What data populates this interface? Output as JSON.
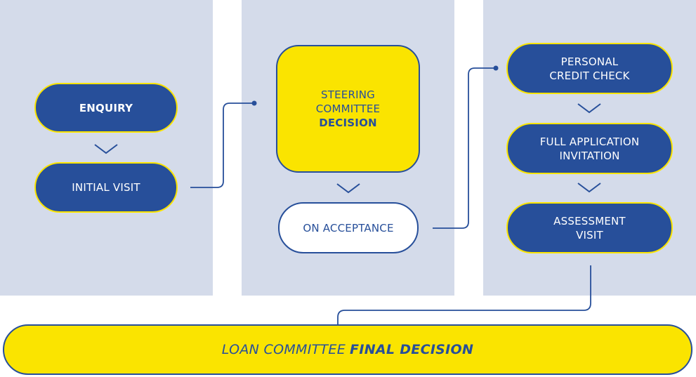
{
  "nodes": {
    "enquiry": "ENQUIRY",
    "initial_visit": "INITIAL VISIT",
    "steering": {
      "line1": "STEERING",
      "line2": "COMMITTEE",
      "line3": "DECISION"
    },
    "on_acceptance": "ON ACCEPTANCE",
    "personal_credit": {
      "line1": "PERSONAL",
      "line2": "CREDIT CHECK"
    },
    "full_application": {
      "line1": "FULL APPLICATION",
      "line2": "INVITATION"
    },
    "assessment": {
      "line1": "ASSESSMENT",
      "line2": "VISIT"
    },
    "final": {
      "regular": "LOAN COMMITTEE",
      "bold": "FINAL DECISION"
    }
  },
  "colors": {
    "panel": "#d4dbea",
    "blue": "#274f9a",
    "yellow": "#fae400",
    "white": "#ffffff"
  }
}
